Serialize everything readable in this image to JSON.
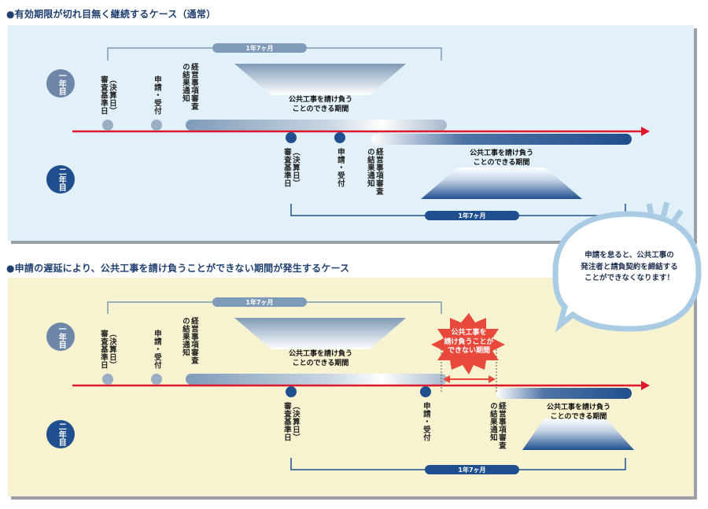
{
  "section1": {
    "heading": "●有効期限が切れ目無く継続するケース（通常）",
    "year1": "一年目",
    "year2": "二年目",
    "top_period": "1年7ヶ月",
    "bottom_period": "1年7ヶ月",
    "label_kessan_1": "（決算日）\n審査基準日",
    "label_shinsei_1": "申請・受付",
    "label_tsuchi_1": "経営事項審査\nの結果通知",
    "label_kessan_2": "（決算日）\n審査基準日",
    "label_shinsei_2": "申請・受付",
    "label_tsuchi_2": "経営事項審査\nの結果通知",
    "period_top": "公共工事を請け負う\nことのできる期間",
    "period_bottom": "公共工事を請け負う\nことのできる期間"
  },
  "section2": {
    "heading": "●申請の遅延により、公共工事を請け負うことができない期間が発生するケース",
    "year1": "一年目",
    "year2": "二年目",
    "top_period": "1年7ヶ月",
    "bottom_period": "1年7ヶ月",
    "label_kessan_1": "（決算日）\n審査基準日",
    "label_shinsei_1": "申請・受付",
    "label_tsuchi_1": "経営事項審査\nの結果通知",
    "label_kessan_2": "（決算日）\n審査基準日",
    "label_shinsei_2": "申請・受付",
    "label_tsuchi_2": "経営事項審査\nの結果通知",
    "period_top": "公共工事を請け負う\nことのできる期間",
    "period_bottom": "公共工事を請け負う\nことのできる期間",
    "gap_label": "公共工事を\n請け負うことが\nできない期間"
  },
  "callout": {
    "text": "申請を怠ると、公共工事の\n発注者と請負契約を締結する\nことができなくなります！"
  },
  "colors": {
    "timeline_red": "#e0182d",
    "dark_blue": "#1f4f8e",
    "light_blue": "#7f9bb8",
    "star_red": "#e8493a"
  }
}
